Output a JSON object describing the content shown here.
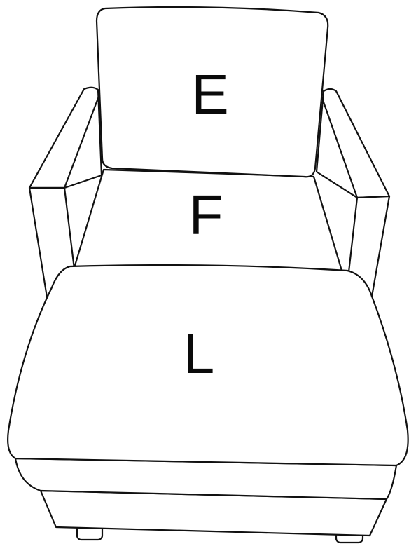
{
  "labels": {
    "back_cushion": "E",
    "seat_cushion": "F",
    "footrest": "L"
  }
}
